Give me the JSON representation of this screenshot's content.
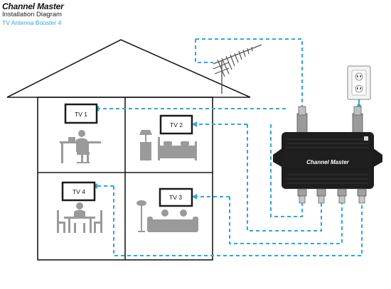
{
  "header": {
    "brand": "Channel Master",
    "title": "Installation Diagram",
    "subtitle": "TV Antenna Booster 4"
  },
  "booster": {
    "brand": "Channel Master"
  },
  "tvs": [
    {
      "label": "TV 1"
    },
    {
      "label": "TV 2"
    },
    {
      "label": "TV 3"
    },
    {
      "label": "TV 4"
    }
  ],
  "colors": {
    "cable": "#29a9e0",
    "subtitle": "#29a9e0",
    "device": "#1e1e1e",
    "furniture": "#9a9a9a"
  }
}
